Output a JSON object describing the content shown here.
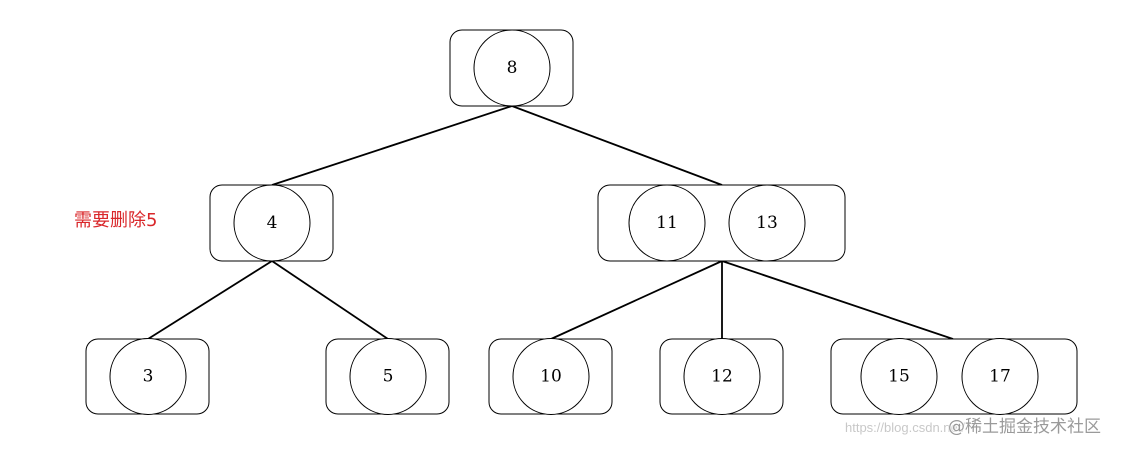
{
  "annotation": {
    "text": "需要删除5",
    "color": "#d9272a"
  },
  "watermark": {
    "url": "https://blog.csdn.net/",
    "brand": "@稀土掘金技术社区"
  },
  "tree": {
    "root": {
      "id": "n8",
      "keys": [
        "8"
      ]
    },
    "level1": [
      {
        "id": "n4",
        "keys": [
          "4"
        ],
        "parent": "n8"
      },
      {
        "id": "n11_13",
        "keys": [
          "11",
          "13"
        ],
        "parent": "n8"
      }
    ],
    "level2": [
      {
        "id": "n3",
        "keys": [
          "3"
        ],
        "parent": "n4"
      },
      {
        "id": "n5",
        "keys": [
          "5"
        ],
        "parent": "n4"
      },
      {
        "id": "n10",
        "keys": [
          "10"
        ],
        "parent": "n11_13"
      },
      {
        "id": "n12",
        "keys": [
          "12"
        ],
        "parent": "n11_13"
      },
      {
        "id": "n15_17",
        "keys": [
          "15",
          "17"
        ],
        "parent": "n11_13"
      }
    ]
  }
}
